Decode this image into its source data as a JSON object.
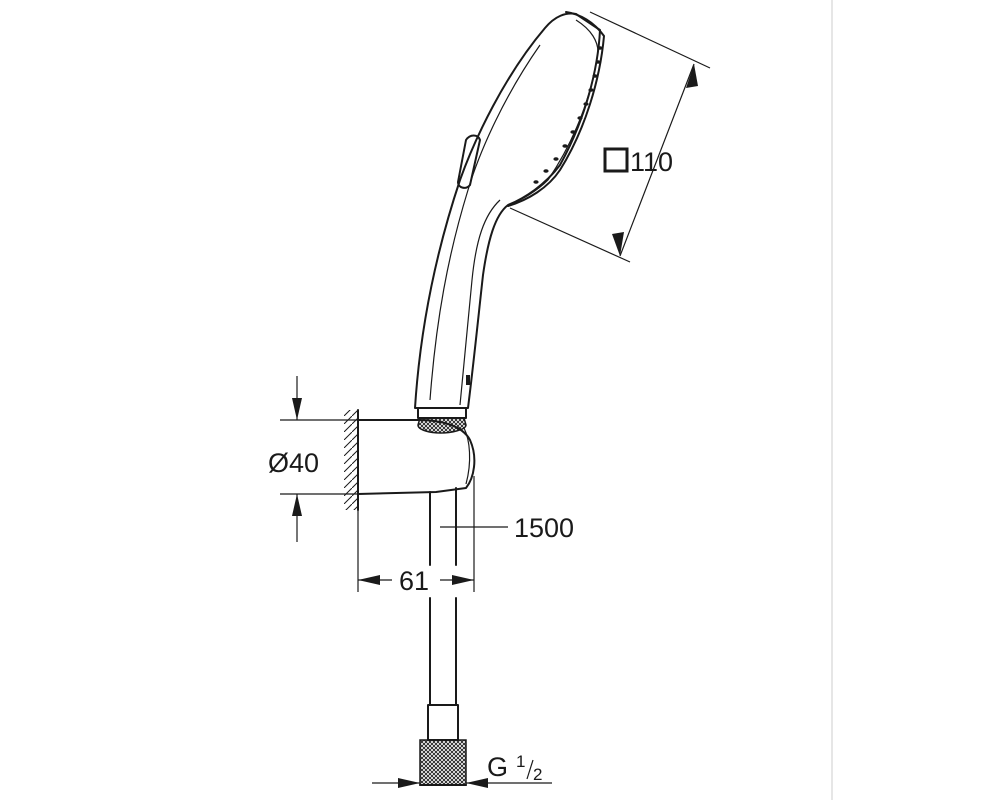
{
  "dimensions": {
    "head_size": {
      "symbol": "square-icon",
      "value": "110"
    },
    "diameter": {
      "symbol": "Ø",
      "value": "40"
    },
    "hose_length": "1500",
    "bracket_depth": "61",
    "thread": {
      "prefix": "G",
      "numerator": "1",
      "denominator": "2"
    }
  },
  "colors": {
    "line": "#1a1a1a",
    "background": "#ffffff",
    "divider": "#cccccc"
  }
}
